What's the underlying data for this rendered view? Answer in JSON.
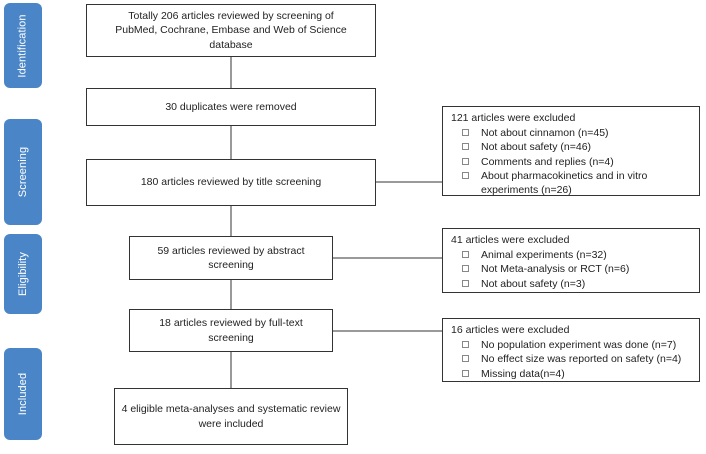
{
  "phases": [
    {
      "id": "identification",
      "label": "Identification"
    },
    {
      "id": "screening",
      "label": "Screening"
    },
    {
      "id": "eligibility",
      "label": "Eligibility"
    },
    {
      "id": "included",
      "label": "Included"
    }
  ],
  "boxes": {
    "identified": "Totally 206 articles reviewed by screening of PubMed, Cochrane, Embase and Web of Science database",
    "duplicates": "30 duplicates were removed",
    "title_screening": "180 articles reviewed by title screening",
    "abstract_screening": "59 articles reviewed by abstract screening",
    "fulltext_screening": "18 articles reviewed by full-text screening",
    "included": "4 eligible meta-analyses and systematic review were included"
  },
  "exclusions": {
    "title": {
      "heading": "121 articles were excluded",
      "items": [
        "Not about cinnamon (n=45)",
        "Not about safety (n=46)",
        "Comments and replies (n=4)",
        "About pharmacokinetics and in vitro experiments (n=26)"
      ]
    },
    "abstract": {
      "heading": "41 articles were excluded",
      "items": [
        "Animal experiments (n=32)",
        "Not Meta-analysis or RCT (n=6)",
        "Not about safety (n=3)"
      ]
    },
    "fulltext": {
      "heading": "16 articles were excluded",
      "items": [
        "No population experiment was done (n=7)",
        "No effect size was reported on safety (n=4)",
        "Missing data(n=4)"
      ]
    }
  },
  "colors": {
    "phase_fill": "#4a86c7",
    "line": "#333333"
  }
}
